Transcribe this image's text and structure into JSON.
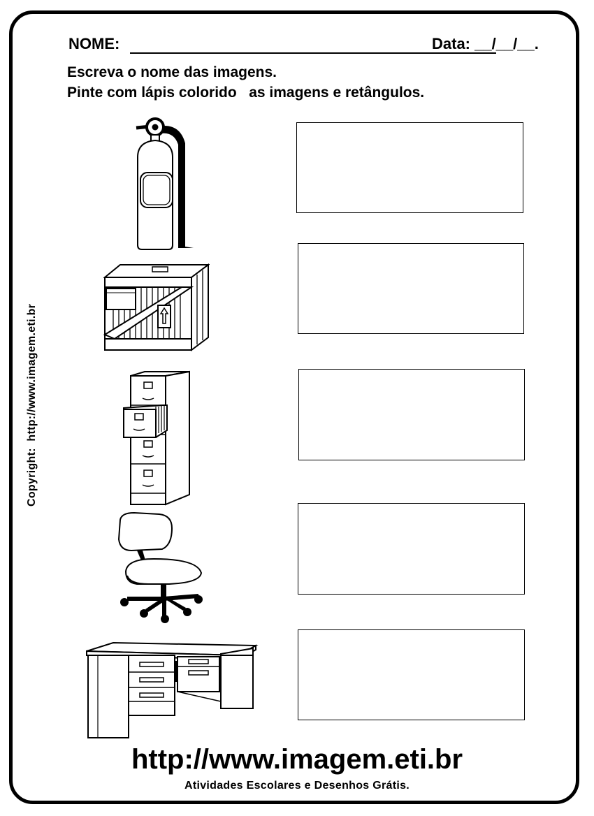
{
  "header": {
    "name_label": "NOME:",
    "date_label": "Data: __/__/__."
  },
  "instructions": [
    "Escreva o nome das imagens.",
    "Pinte com lápis colorido   as imagens e retângulos."
  ],
  "side_copyright": "Copyright:  http://www.imagem.eti.br",
  "items": [
    {
      "icon": "fire-extinguisher-icon"
    },
    {
      "icon": "wooden-crate-icon"
    },
    {
      "icon": "filing-cabinet-icon"
    },
    {
      "icon": "office-chair-icon"
    },
    {
      "icon": "office-desk-icon"
    }
  ],
  "footer": {
    "url": "http://www.imagem.eti.br",
    "subtitle": "Atividades Escolares e Desenhos Grátis."
  }
}
